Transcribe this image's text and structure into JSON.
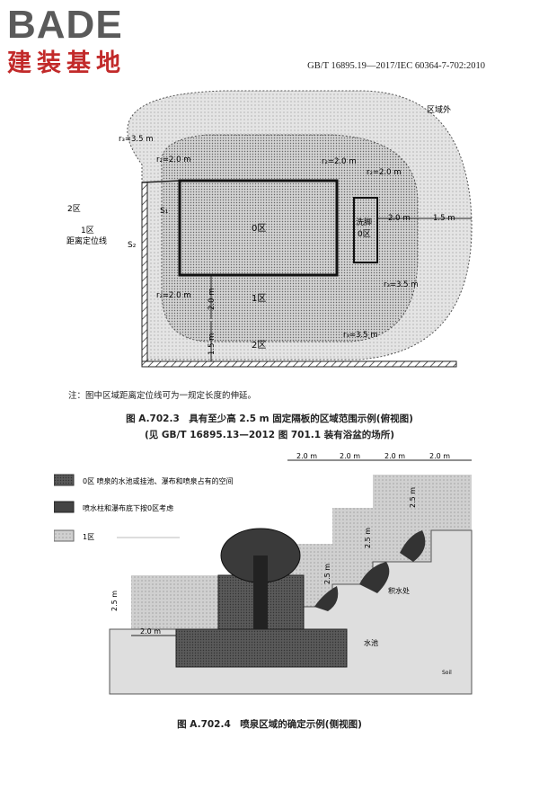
{
  "logo": {
    "main": "BADE",
    "sub": "建装基地"
  },
  "header": {
    "standard": "GB/T 16895.19—2017/IEC 60364-7-702:2010"
  },
  "figure1": {
    "outside": "区域外",
    "r3_top": "r₃=3.5 m",
    "r2_a": "r₂=2.0 m",
    "r2_b": "r₂=2.0 m",
    "r2_c": "r₂=2.0 m",
    "r2_d": "r₂=2.0 m",
    "r3_b": "r₃=3.5 m",
    "r3_c": "r₃=3.5 m",
    "zone2_left": "2区",
    "zone1_label": "1区",
    "distance_line": "距离定位线",
    "s1": "S₁",
    "s2": "S₂",
    "zone0": "0区",
    "footbath": "洗脚",
    "footbath_zone": "0区",
    "zone1": "1区",
    "zone2": "2区",
    "dim_2m_h": "2.0 m",
    "dim_15m_h": "1.5 m",
    "dim_2m_v": "2.0 m",
    "dim_15m_v": "1.5 m"
  },
  "note": "注：图中区域距离定位线可为一规定长度的伸延。",
  "caption1": "图 A.702.3　具有至少高 2.5 m 固定隔板的区域范围示例(俯视图)",
  "caption2": "(见 GB/T 16895.13—2012 图 701.1 装有浴盆的场所)",
  "legend": [
    {
      "label": "0区  喷泉的水池或挂池、瀑布和喷泉占有的空间"
    },
    {
      "label": "喷水柱和瀑布底下按0区考虑"
    },
    {
      "label": "1区"
    }
  ],
  "figure2": {
    "top_dims": [
      "2.0 m",
      "2.0 m",
      "2.0 m",
      "2.0 m"
    ],
    "v_25_a": "2.5 m",
    "v_25_b": "2.5 m",
    "v_25_c": "2.5 m",
    "v_25_left": "2.5 m",
    "h_2m_bottom": "2.0 m",
    "puddle": "积水处",
    "pool": "水池",
    "soil": "Soil"
  },
  "caption3": "图 A.702.4　喷泉区域的确定示例(侧视图)",
  "colors": {
    "logo_gray": "#5a5a5a",
    "logo_red": "#c22a2a",
    "zone0": "#555555",
    "zone1": "#bdbdbd",
    "zone2": "#d8d8d8"
  }
}
